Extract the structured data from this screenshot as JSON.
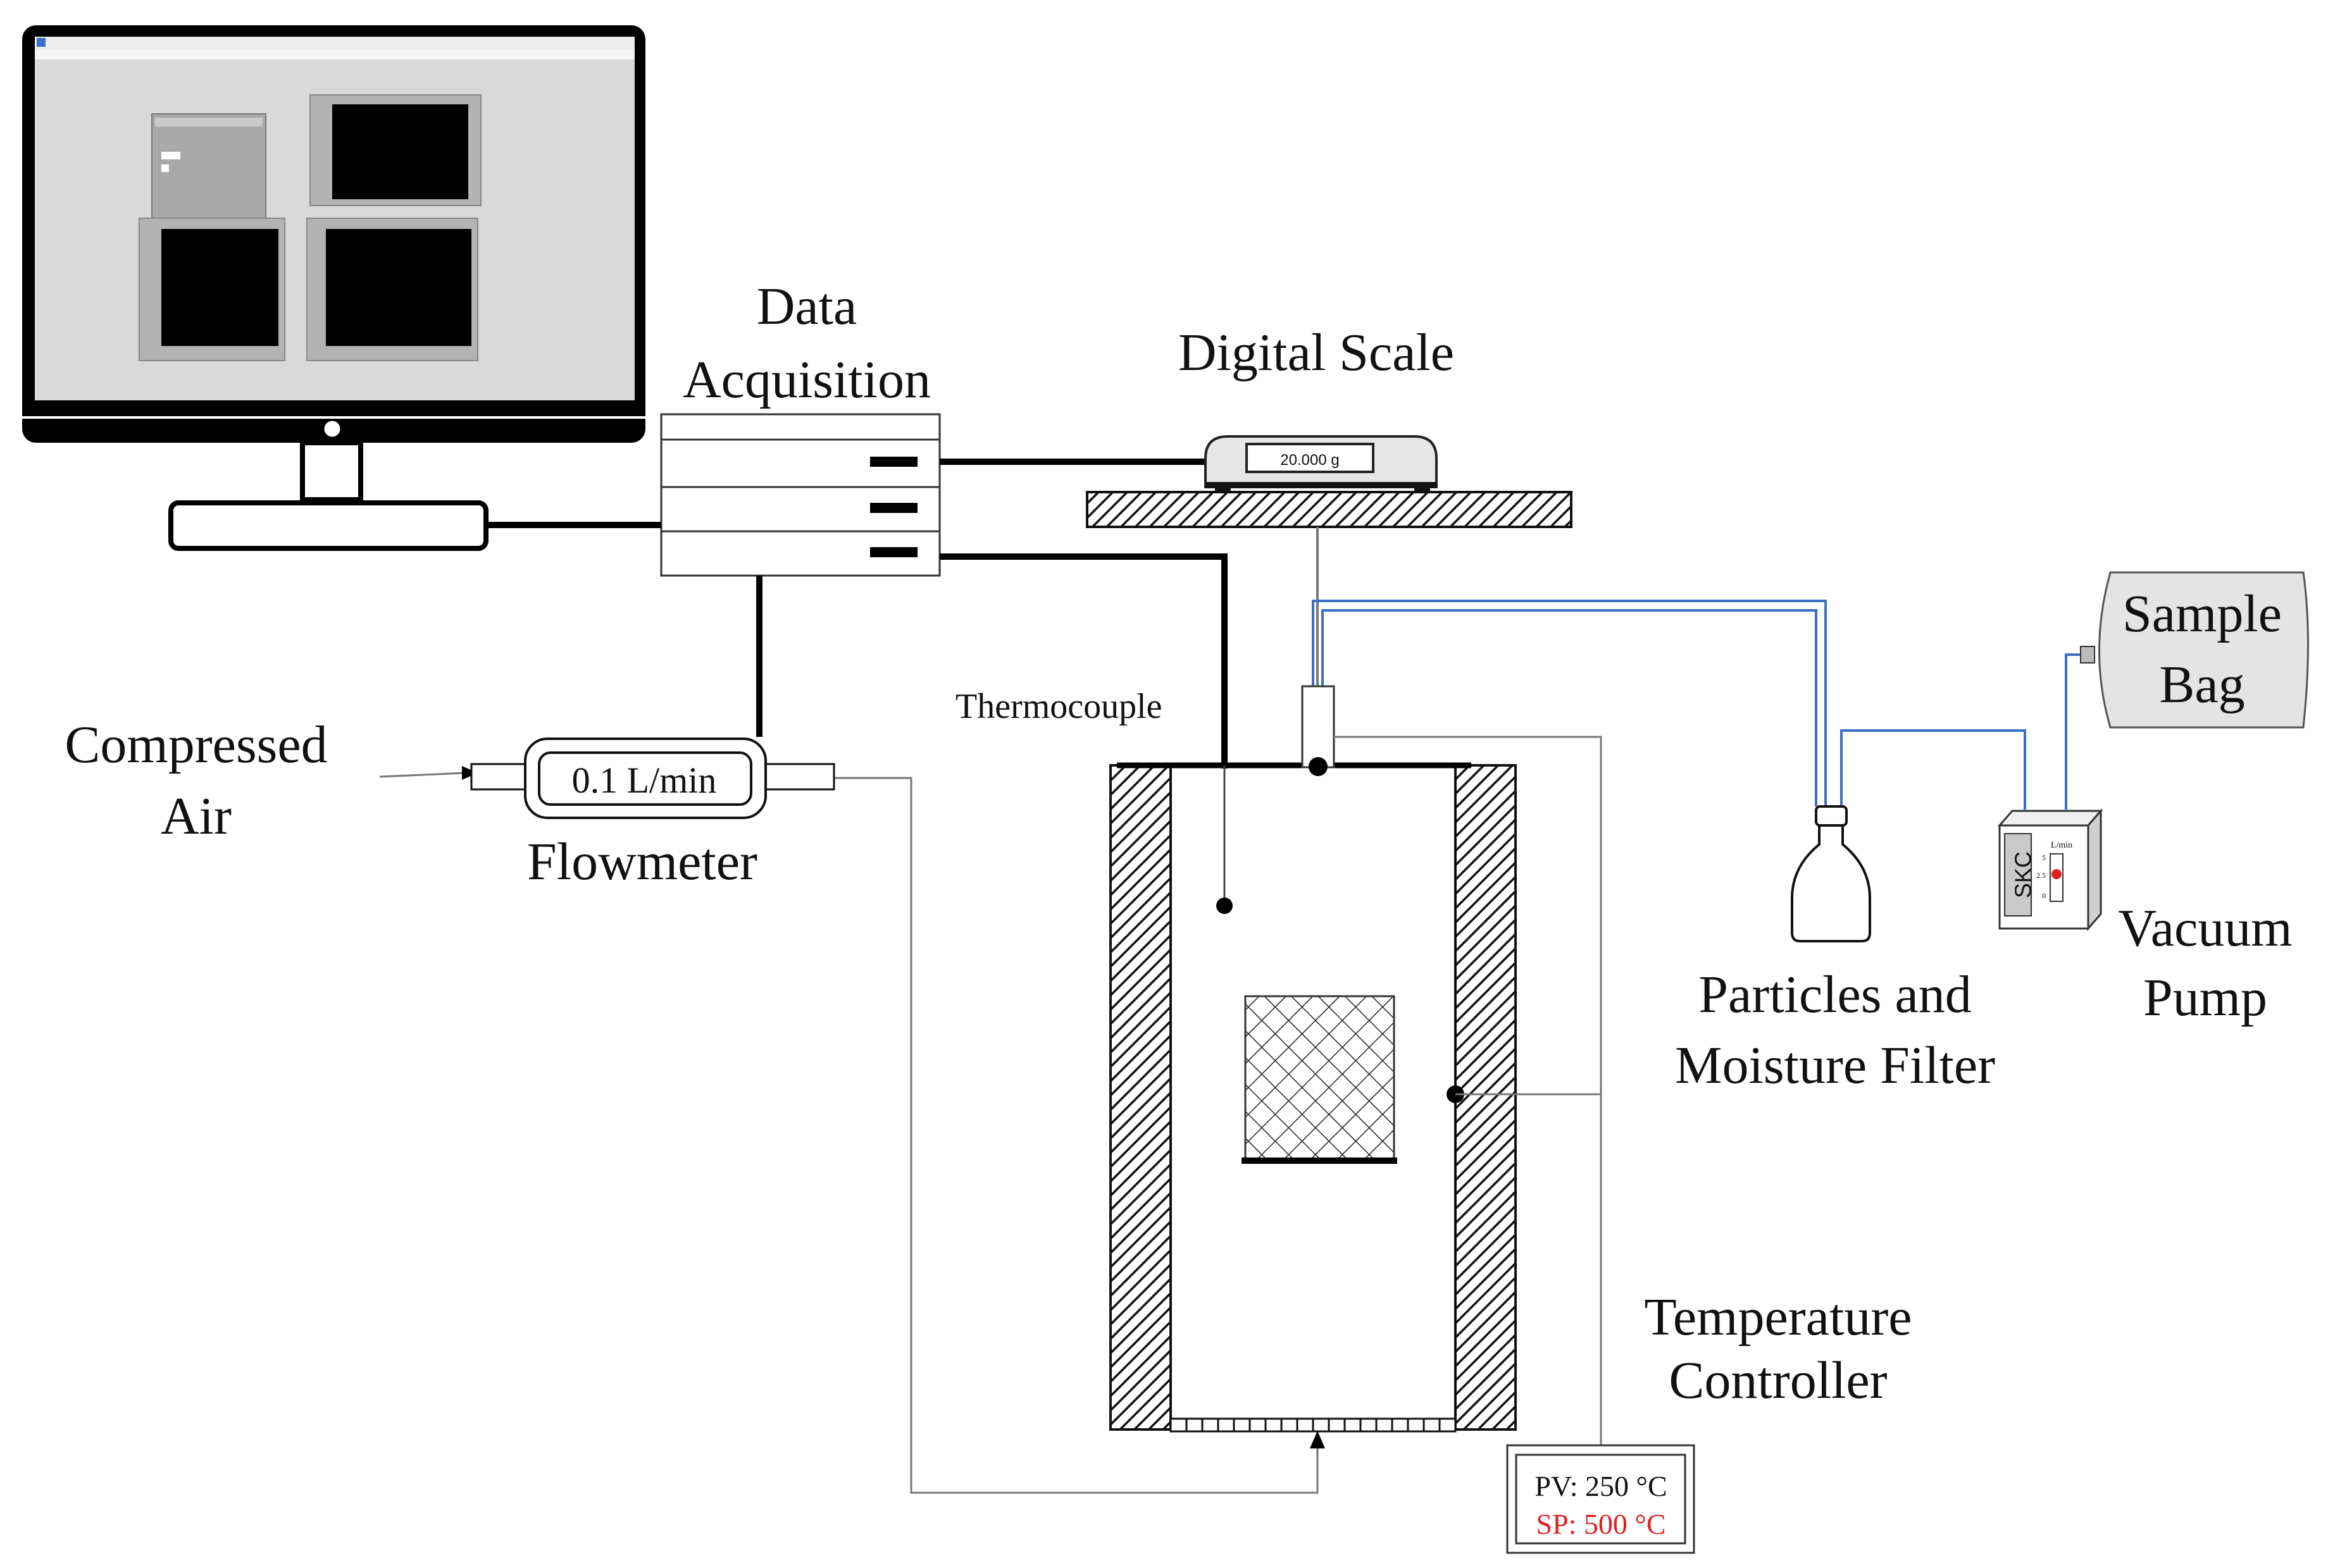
{
  "labels": {
    "data_acquisition_line1": "Data",
    "data_acquisition_line2": "Acquisition",
    "digital_scale": "Digital Scale",
    "scale_reading": "20.000 g",
    "thermocouple": "Thermocouple",
    "compressed_air_line1": "Compressed",
    "compressed_air_line2": "Air",
    "flowmeter_reading": "0.1 L/min",
    "flowmeter": "Flowmeter",
    "filter_line1": "Particles and",
    "filter_line2": "Moisture Filter",
    "sample_bag_line1": "Sample",
    "sample_bag_line2": "Bag",
    "pump_brand": "SKC",
    "pump_unit": "L/min",
    "pump_scale_top": "5",
    "pump_scale_mid": "2.5",
    "pump_scale_bottom": "0",
    "vacuum_pump_line1": "Vacuum",
    "vacuum_pump_line2": "Pump",
    "temp_controller_line1": "Temperature",
    "temp_controller_line2": "Controller",
    "pv_reading": "PV: 250 °C",
    "sp_reading": "SP: 500 °C"
  },
  "colors": {
    "line": "#111111",
    "gas_tubing": "#3a6fc4",
    "setpoint_text": "#e02020",
    "screen": "#000000",
    "monitor_panel": "#c4c4c4"
  }
}
